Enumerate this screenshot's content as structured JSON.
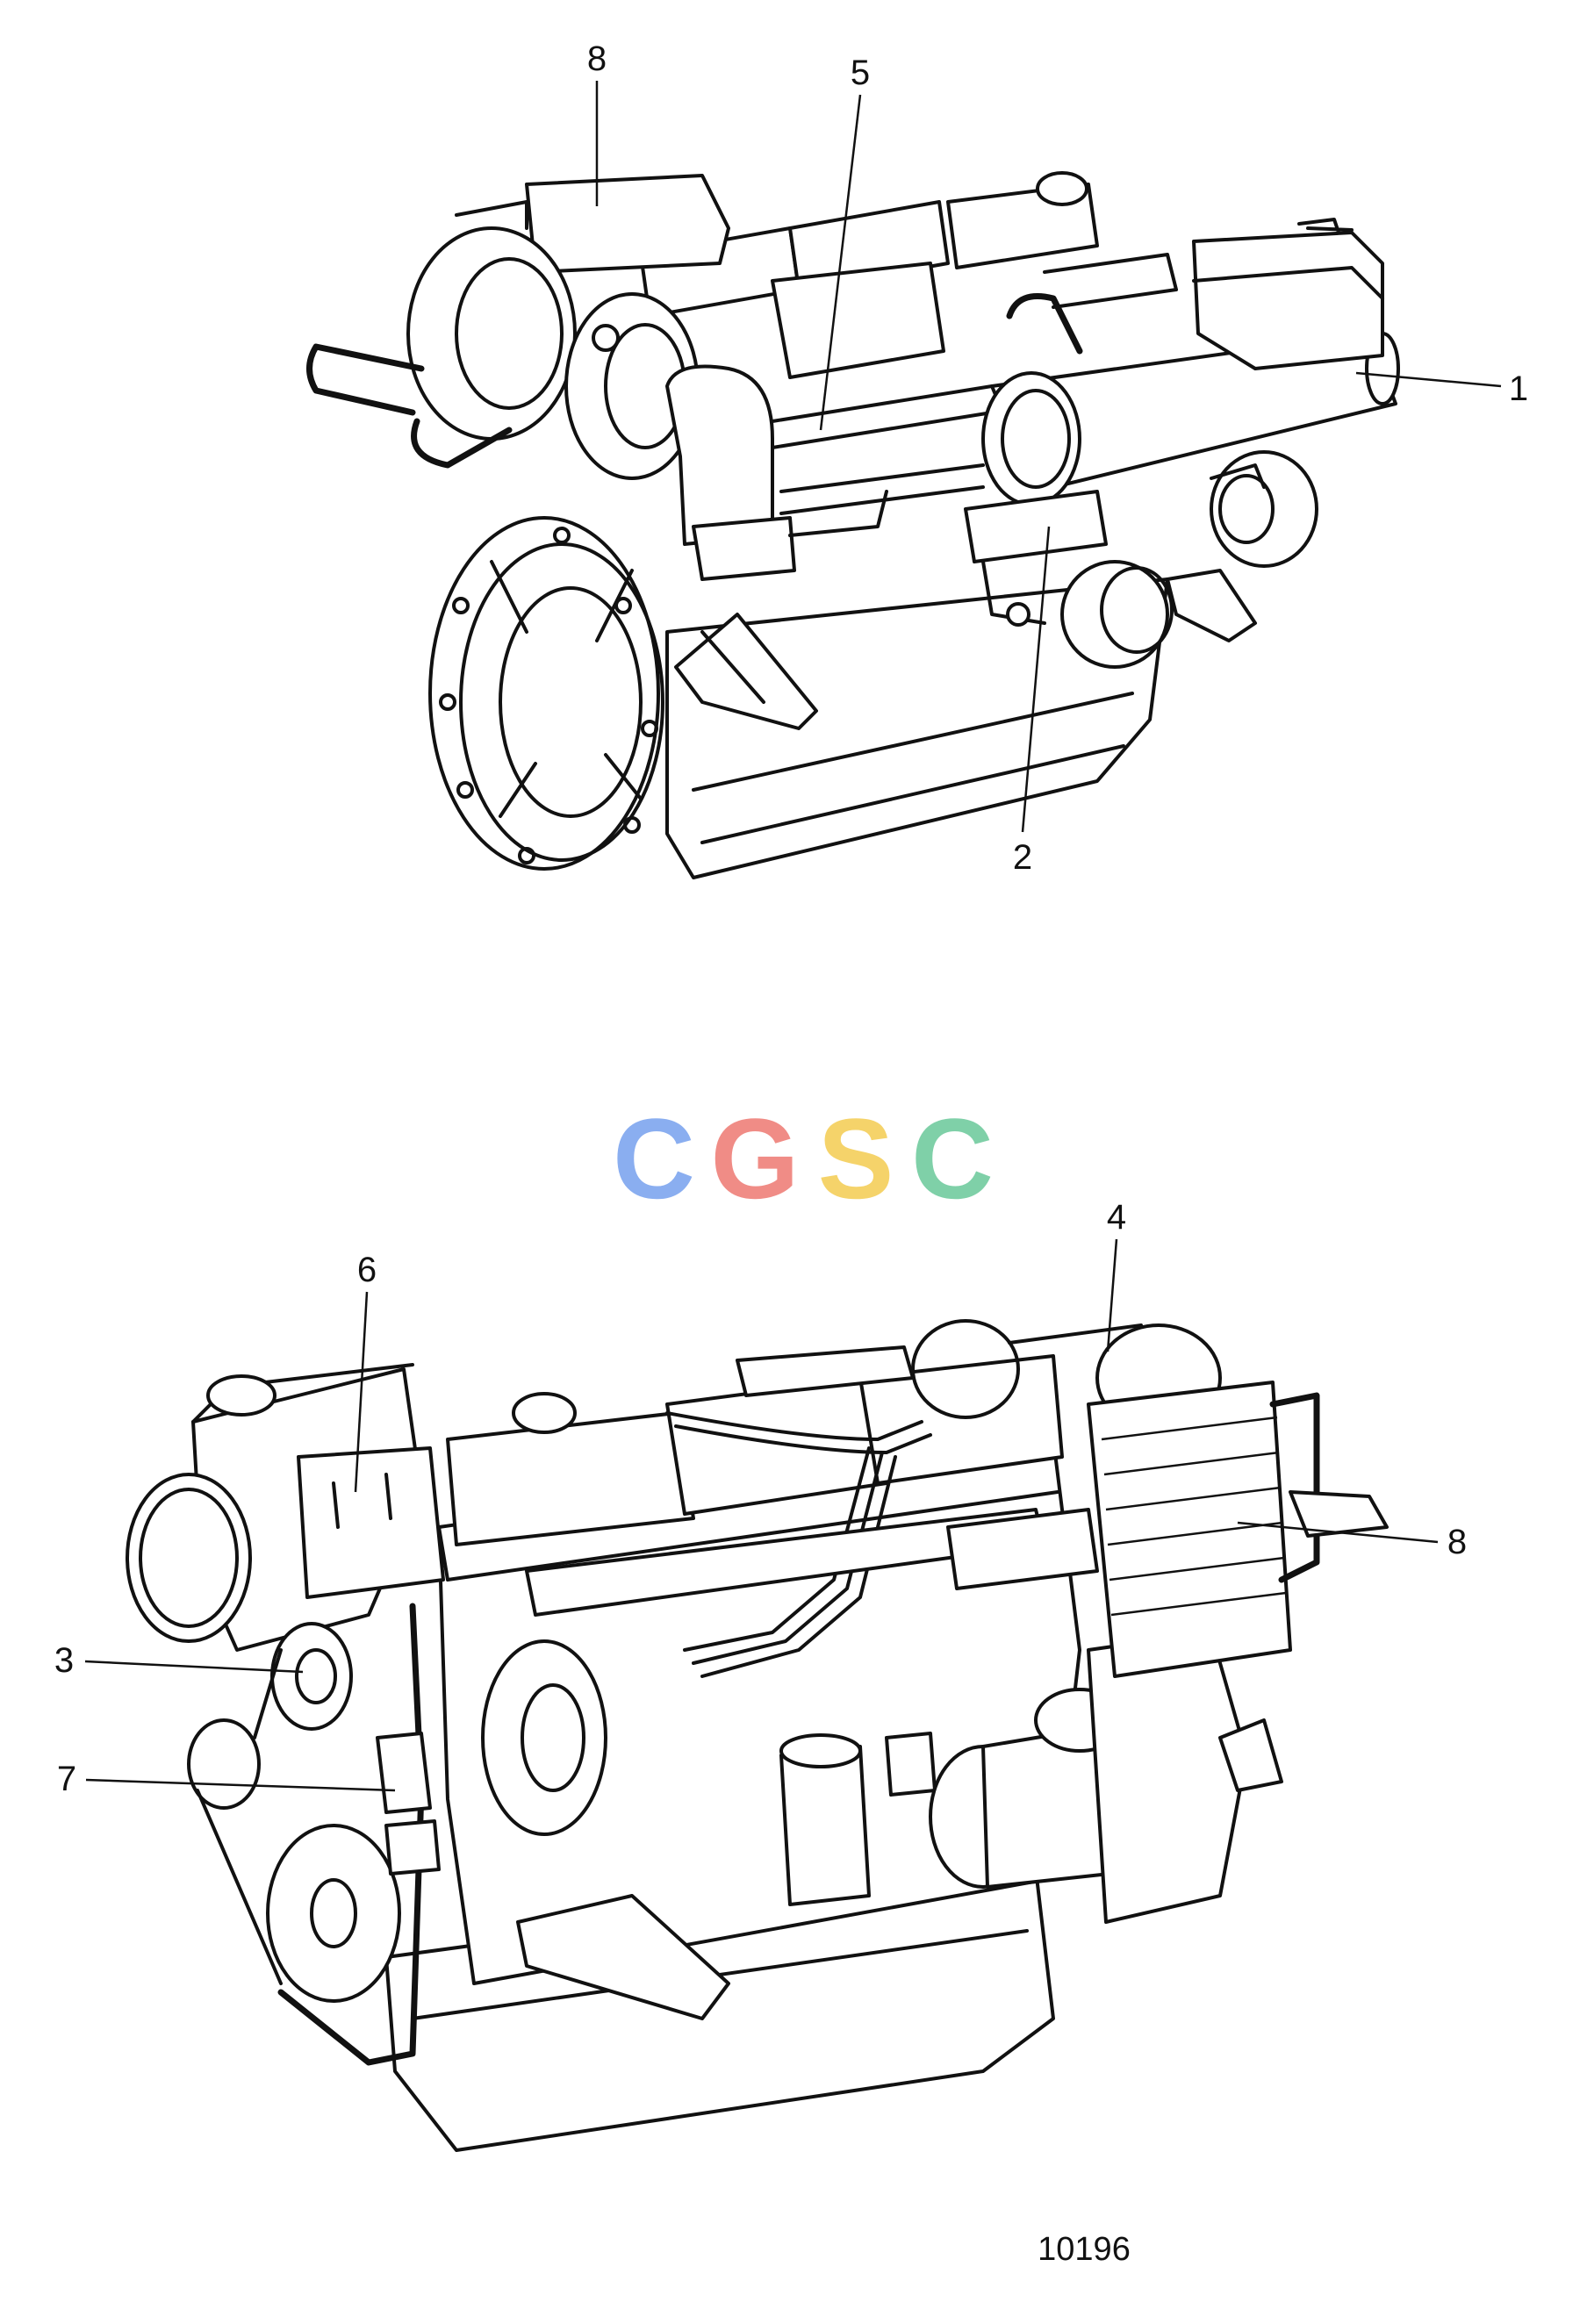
{
  "figure_number": "10196",
  "logo": {
    "letters": [
      "C",
      "G",
      "S",
      "C"
    ],
    "colors": [
      "#8aaef0",
      "#f08c86",
      "#f5d36a",
      "#7fd0a8"
    ]
  },
  "top_view": {
    "callouts": [
      "8",
      "5",
      "1",
      "2"
    ]
  },
  "bottom_view": {
    "callouts": [
      "6",
      "4",
      "8",
      "3",
      "7"
    ]
  }
}
